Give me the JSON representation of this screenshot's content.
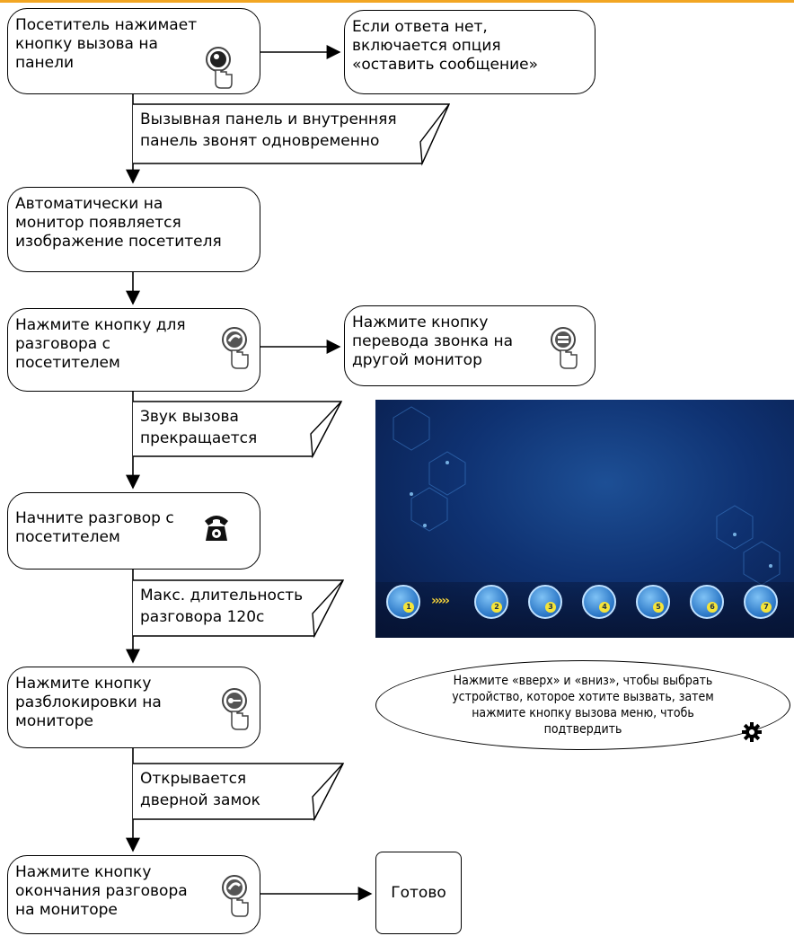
{
  "steps": {
    "visitor_press": "Посетитель нажимает\nкнопку вызова на\nпанели",
    "no_answer": "Если ответа нет,\nвключается опция\n«оставить сообщение»",
    "auto_image": "Автоматически на\nмонитор появляется\nизображение посетителя",
    "press_talk": "Нажмите кнопку для\nразговора с\nпосетителем",
    "press_transfer": "Нажмите кнопку\nперевода звонка на\nдругой монитор",
    "start_talk": "Начните разговор с\nпосетителем",
    "press_unlock": "Нажмите кнопку\nразблокировки на\nмониторе",
    "press_end": "Нажмите кнопку\nокончания разговора\nна мониторе",
    "done": "Готово"
  },
  "notes": {
    "both_ring": "Вызывная панель и внутренняя\nпанель звонят одновременно",
    "ring_stops": "Звук вызова\nпрекращается",
    "max_duration": "Макс. длительность\nразговора 120с",
    "door_opens": "Открывается\nдверной замок"
  },
  "instruction": "Нажмите «вверх» и «вниз», чтобы выбрать\nустройство, которое хотите вызвать, затем\nнажмите кнопку вызова меню, чтобь\nподтвердить",
  "colors": {
    "accent_bar": "#f2a623",
    "screen_bg": "#0f3272"
  },
  "icons": [
    "call-button-hand-icon",
    "transfer-button-hand-icon",
    "phone-icon",
    "unlock-button-hand-icon",
    "end-call-hand-icon",
    "gear-icon"
  ]
}
